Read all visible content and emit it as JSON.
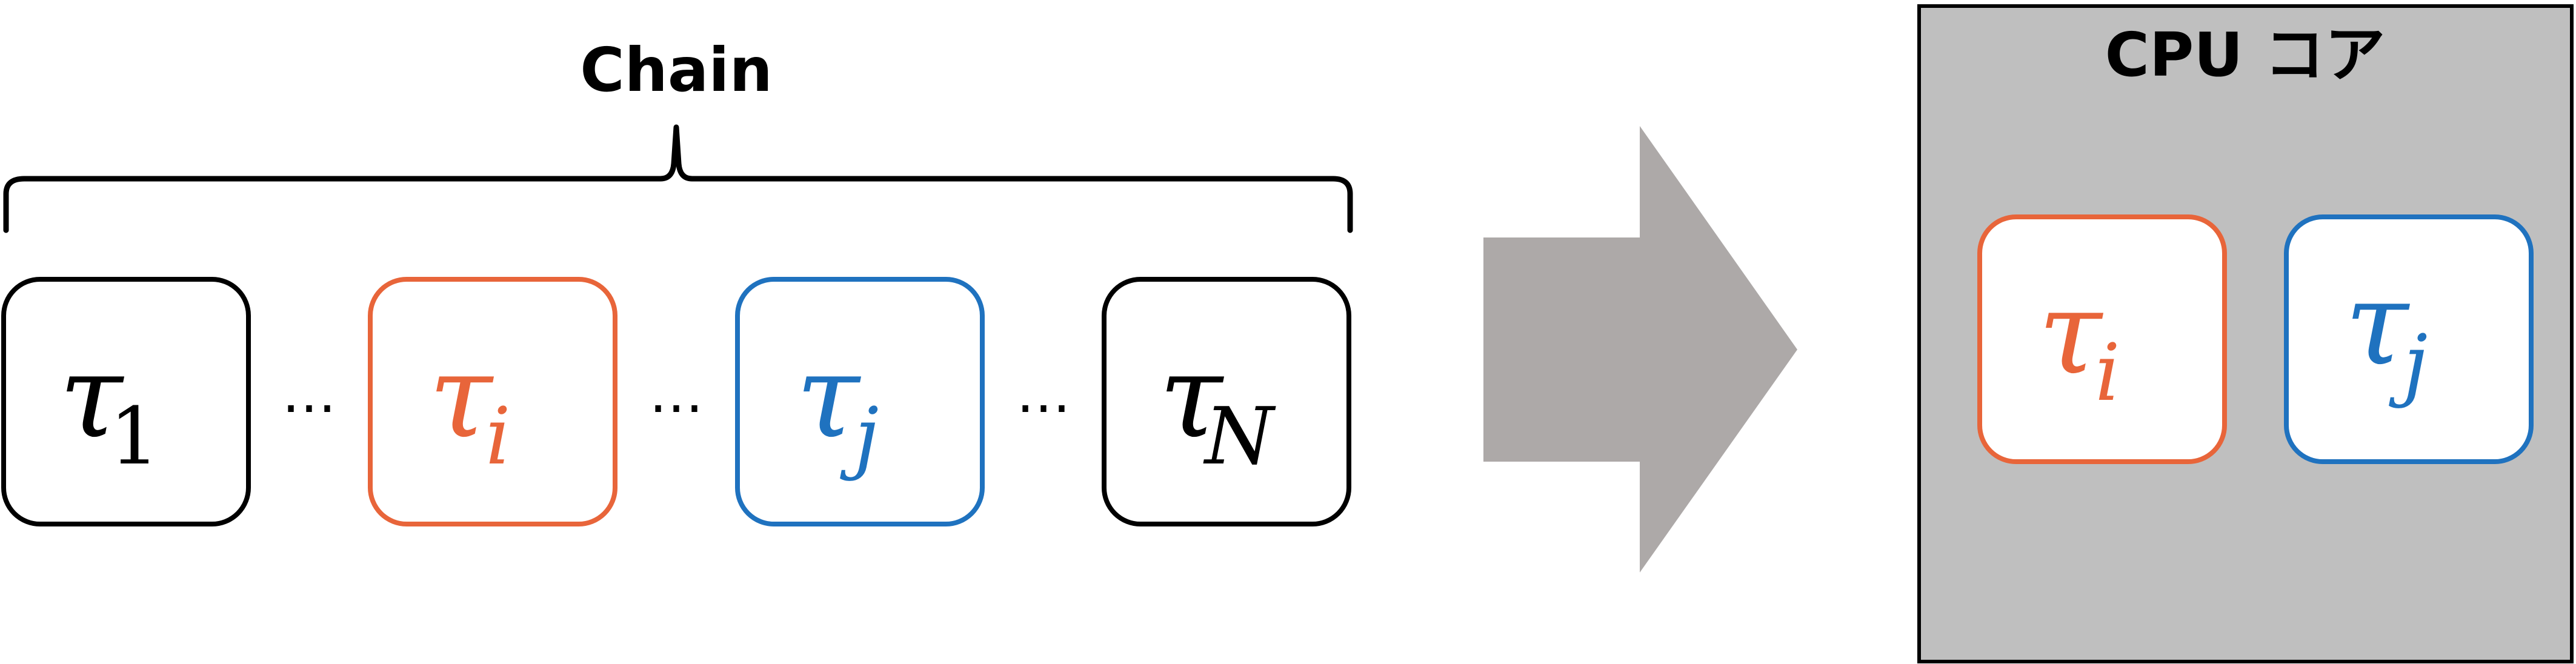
{
  "chain": {
    "label": "Chain",
    "tasks": [
      {
        "symbol": "τ",
        "subscript": "1",
        "color": "#000000"
      },
      {
        "symbol": "τ",
        "subscript": "i",
        "color": "#E8653A"
      },
      {
        "symbol": "τ",
        "subscript": "j",
        "color": "#1F72BF"
      },
      {
        "symbol": "τ",
        "subscript": "N",
        "color": "#000000"
      }
    ],
    "ellipsis": "…"
  },
  "cpu_core": {
    "label": "CPU コア",
    "tasks": [
      {
        "symbol": "τ",
        "subscript": "i",
        "color": "#E8653A"
      },
      {
        "symbol": "τ",
        "subscript": "j",
        "color": "#1F72BF"
      }
    ]
  },
  "colors": {
    "arrow": "#ADA9A8",
    "core_background": "#BFBFBF",
    "box_border_black": "#000000",
    "box_border_orange": "#E8653A",
    "box_border_blue": "#1F72BF"
  }
}
